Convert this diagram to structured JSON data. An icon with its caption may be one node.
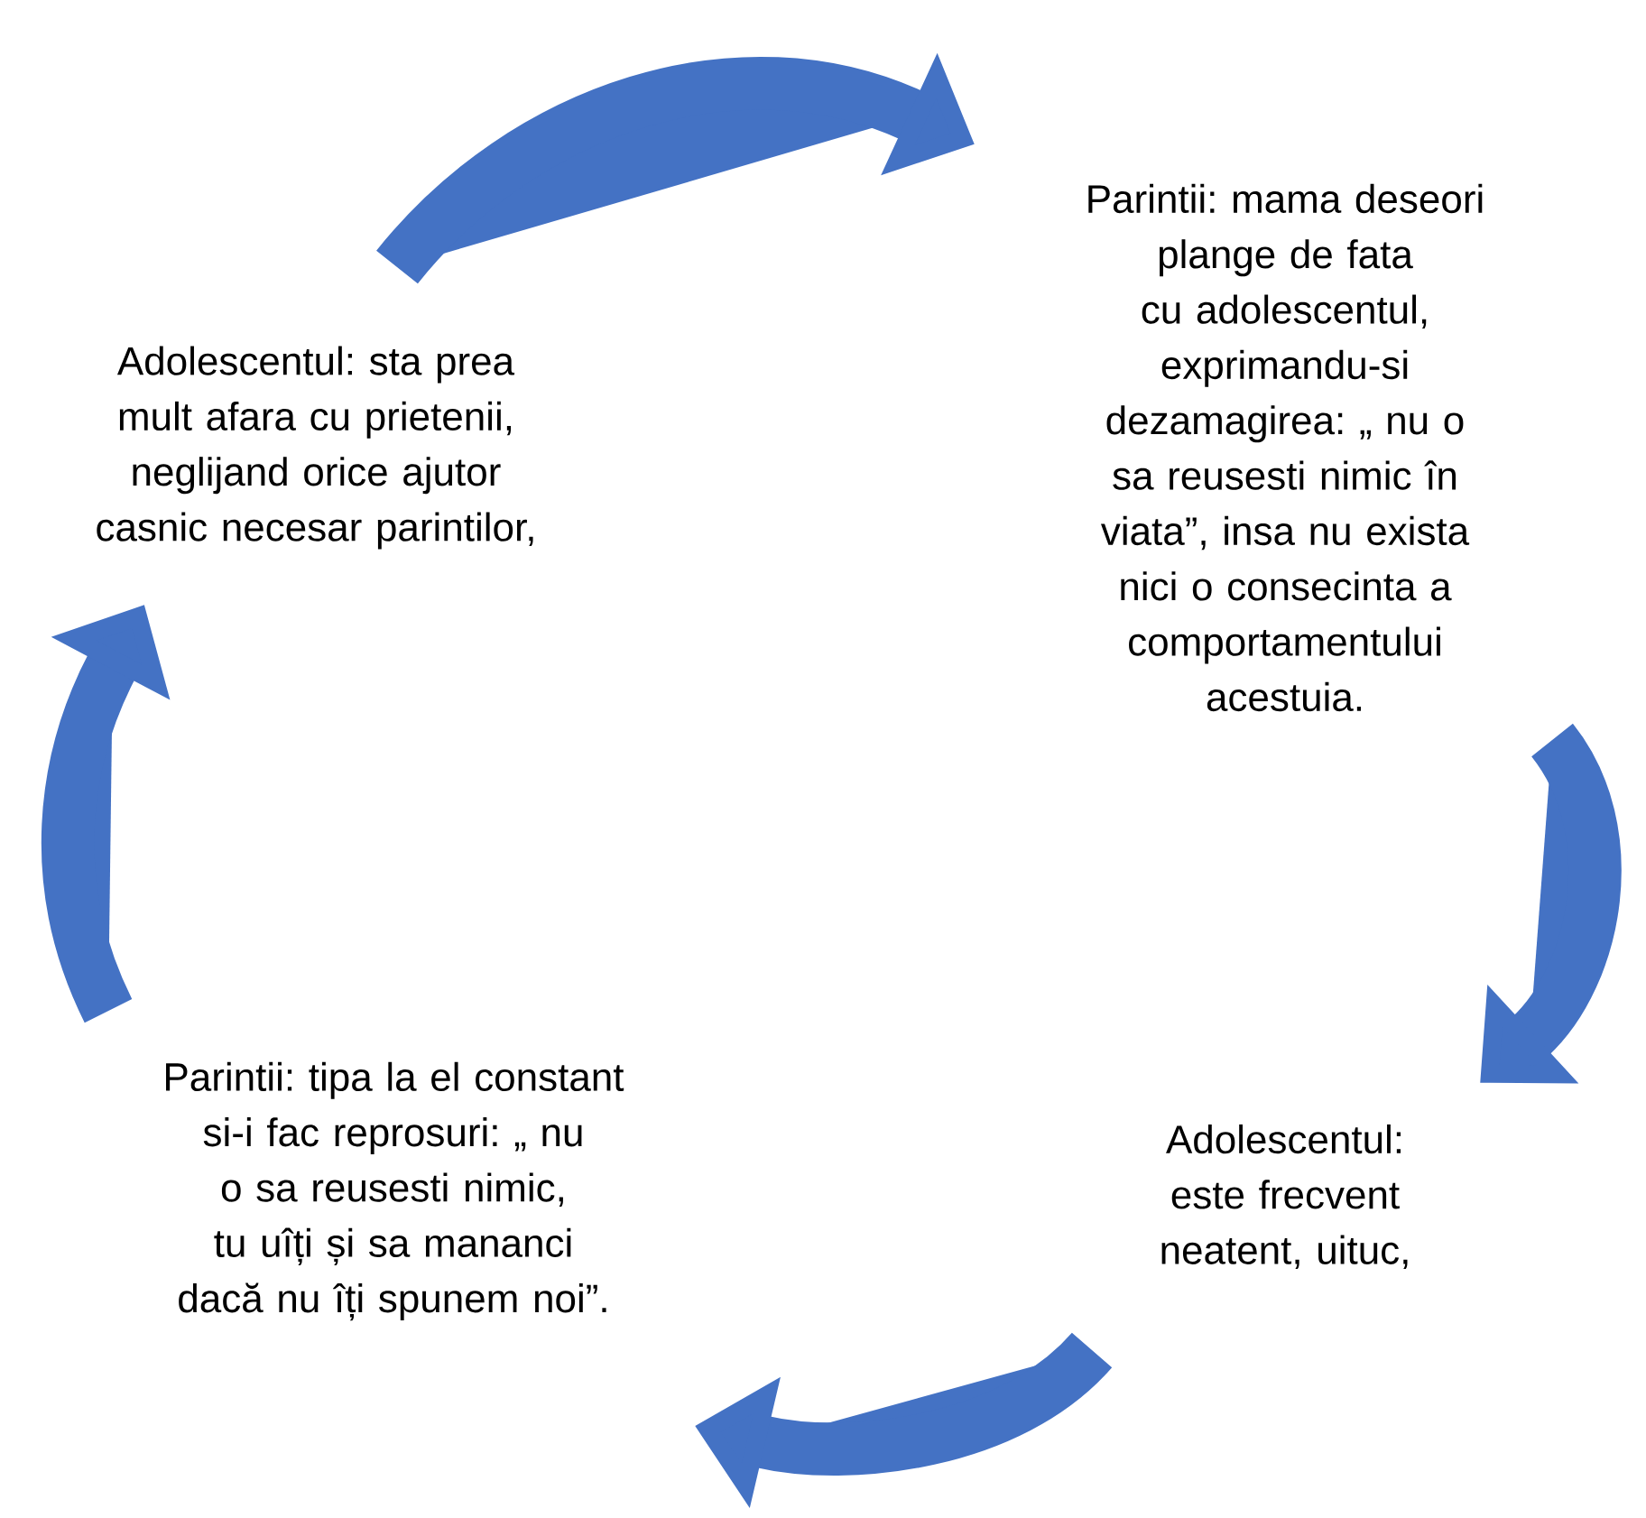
{
  "diagram": {
    "nodes": [
      {
        "text": [
          "Adolescentul: sta prea mult afara cu prietenii, neglijand orice ajutor casnic necesar parintilor,"
        ]
      },
      {
        "text": [
          "Parintii: mama deseori plange de fata cu adolescentul, exprimandu-si dezamagirea: „ nu o sa reusesti nimic în viata”, insa nu exista nici o consecinta  a comportamentului acestuia."
        ]
      },
      {
        "text": [
          "Adolescentul: este frecvent neatent, uituc,"
        ]
      },
      {
        "text": [
          "Parintii: tipa la el constant si-i fac reprosuri: „ nu o sa reusesti nimic, tu uîți și sa mananci dacă nu îți spunem noi”."
        ]
      }
    ],
    "edges": [
      {
        "from": 0,
        "to": 1,
        "arrow": "to"
      },
      {
        "from": 1,
        "to": 2,
        "arrow": "to"
      },
      {
        "from": 2,
        "to": 3,
        "arrow": "to"
      },
      {
        "from": 3,
        "to": 0,
        "arrow": "to"
      }
    ]
  }
}
